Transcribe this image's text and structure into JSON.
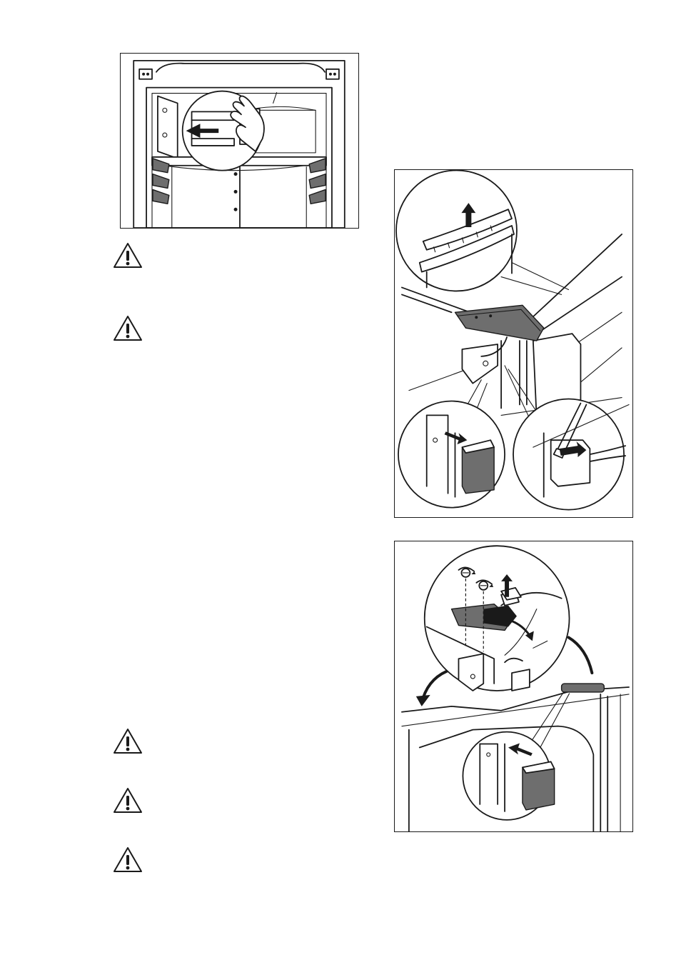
{
  "page": {
    "figures": [
      "figure-remove-lamp-cover",
      "figure-remove-hinge-cover-cable",
      "figure-refit-hinge-cover"
    ],
    "warning_icon": "warning-triangle-icon",
    "warning_count": 5
  }
}
